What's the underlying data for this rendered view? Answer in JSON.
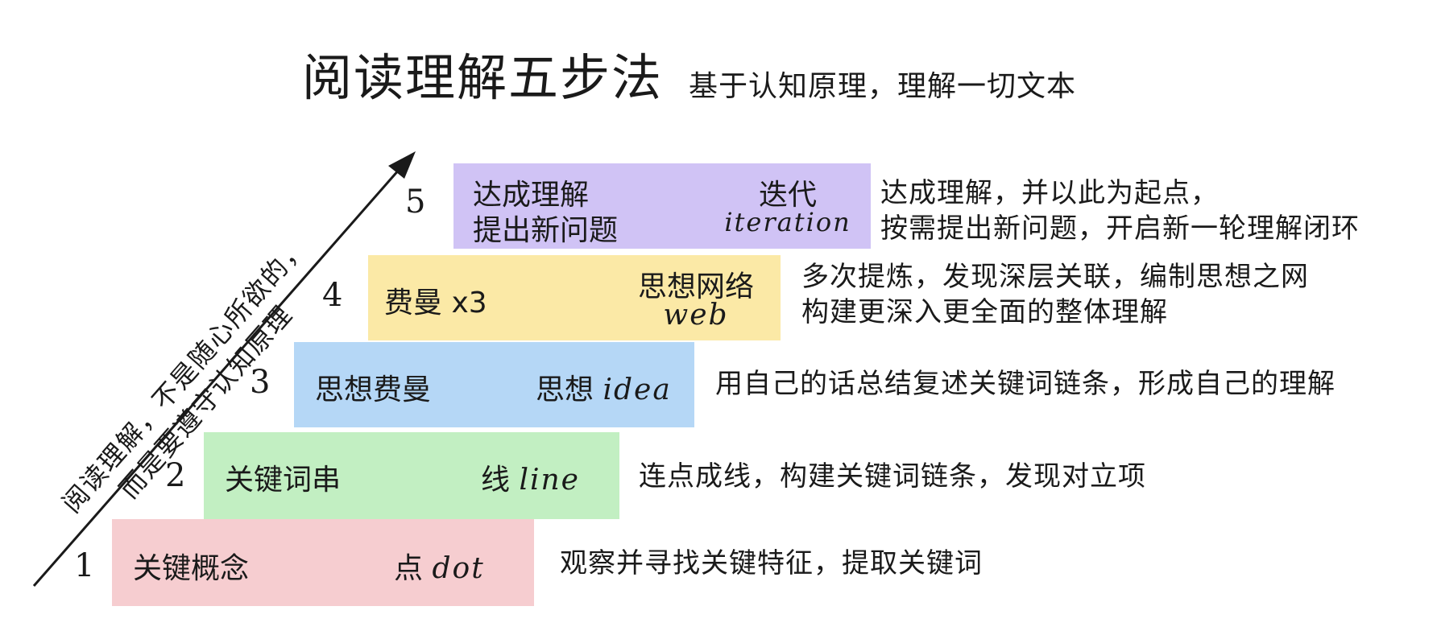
{
  "title": "阅读理解五步法",
  "subtitle": "基于认知原理，理解一切文本",
  "side_text": {
    "line1": "阅读理解，不是随心所欲的，",
    "line2": "而是要遵守认知原理"
  },
  "steps": [
    {
      "number": "1",
      "input": "关键概念",
      "output_cn": "点",
      "output_en": "dot",
      "color": "#f6cdd0",
      "desc": [
        "观察并寻找关键特征，提取关键词"
      ]
    },
    {
      "number": "2",
      "input": "关键词串",
      "output_cn": "线",
      "output_en": "line",
      "color": "#c2efc2",
      "desc": [
        "连点成线，构建关键词链条，发现对立项"
      ]
    },
    {
      "number": "3",
      "input": "思想费曼",
      "output_cn": "思想",
      "output_en": "idea",
      "color": "#b5d7f6",
      "desc": [
        "用自己的话总结复述关键词链条，形成自己的理解"
      ]
    },
    {
      "number": "4",
      "input": "费曼 x3",
      "output_cn": "思想网络",
      "output_en": "web",
      "color": "#fbe9a6",
      "desc": [
        "多次提炼，发现深层关联，编制思想之网",
        "构建更深入更全面的整体理解"
      ]
    },
    {
      "number": "5",
      "input_line1": "达成理解",
      "input_line2": "提出新问题",
      "output_cn": "迭代",
      "output_en": "iteration",
      "color": "#d0c3f5",
      "desc": [
        "达成理解，并以此为起点，",
        "按需提出新问题，开启新一轮理解闭环"
      ]
    }
  ]
}
